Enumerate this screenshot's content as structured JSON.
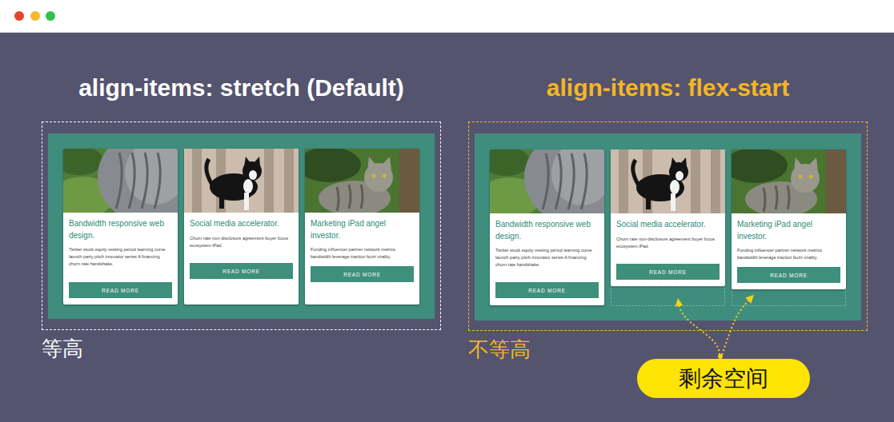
{
  "diagram": {
    "nodes": [
      {
        "text": [
          "align-items: stretch (Default)",
          "等高"
        ]
      },
      {
        "text": [
          "Bandwidth responsive web design.",
          "Twitter stock equity vesting period learning curve launch party pitch innovator series A financing churn rate handshake."
        ],
        "in": 0
      },
      {
        "text": [
          "READ MORE"
        ],
        "in": 1
      },
      {
        "text": [
          "Social media accelerator.",
          "Churn rate non-disclosure agreement buyer focus ecosystem iPad."
        ],
        "in": 0
      },
      {
        "text": [
          "READ MORE"
        ],
        "in": 3
      },
      {
        "text": [
          "Marketing iPad angel investor.",
          "Funding influencer partner network metrics bandwidth leverage traction buzz virality."
        ],
        "in": 0
      },
      {
        "text": [
          "READ MORE"
        ],
        "in": 5
      },
      {
        "text": [
          "align-items: flex-start",
          "不等高"
        ]
      },
      {
        "text": [
          "Bandwidth responsive web design.",
          "Twitter stock equity vesting period learning curve launch party pitch innovator series A financing churn rate handshake."
        ],
        "in": 7
      },
      {
        "text": [
          "READ MORE"
        ],
        "in": 8
      },
      {
        "text": [
          "Social media accelerator.",
          "Churn rate non-disclosure agreement buyer focus ecosystem iPad."
        ],
        "in": 7
      },
      {
        "text": [
          "READ MORE"
        ],
        "in": 10
      },
      {
        "text": [
          "Marketing iPad angel investor.",
          "Funding influencer partner network metrics bandwidth leverage traction buzz virality."
        ],
        "in": 7
      },
      {
        "text": [
          "READ MORE"
        ],
        "in": 12
      },
      {
        "text": [
          "剩余空间"
        ]
      }
    ]
  }
}
